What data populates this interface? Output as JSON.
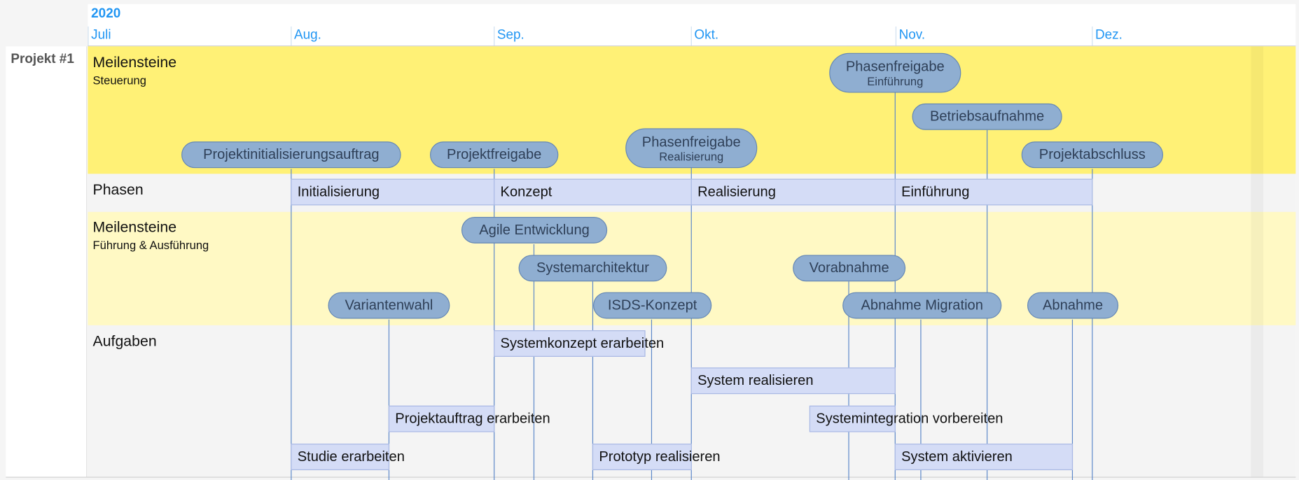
{
  "header": {
    "year": "2020",
    "months": [
      "Juli",
      "Aug.",
      "Sep.",
      "Okt.",
      "Nov.",
      "Dez."
    ]
  },
  "project": {
    "label": "Projekt #1"
  },
  "lanes": {
    "milestones_control": {
      "title": "Meilensteine",
      "subtitle": "Steuerung"
    },
    "phases": {
      "title": "Phasen"
    },
    "milestones_execution": {
      "title": "Meilensteine",
      "subtitle": "Führung & Ausführung"
    },
    "tasks": {
      "title": "Aufgaben"
    }
  },
  "milestones_control": {
    "projektinitialisierungsauftrag": "Projektinitialisierungsauftrag",
    "projektfreigabe": "Projektfreigabe",
    "phasenfreigabe_realisierung": {
      "line1": "Phasenfreigabe",
      "line2": "Realisierung"
    },
    "phasenfreigabe_einfuehrung": {
      "line1": "Phasenfreigabe",
      "line2": "Einführung"
    },
    "betriebsaufnahme": "Betriebsaufnahme",
    "projektabschluss": "Projektabschluss"
  },
  "phases": {
    "initialisierung": "Initialisierung",
    "konzept": "Konzept",
    "realisierung": "Realisierung",
    "einfuehrung": "Einführung"
  },
  "milestones_execution": {
    "agile_entwicklung": "Agile Entwicklung",
    "systemarchitektur": "Systemarchitektur",
    "vorabnahme": "Vorabnahme",
    "variantenwahl": "Variantenwahl",
    "isds_konzept": "ISDS-Konzept",
    "abnahme_migration": "Abnahme Migration",
    "abnahme": "Abnahme"
  },
  "tasks": {
    "systemkonzept_erarbeiten": "Systemkonzept erarbeiten",
    "system_realisieren": "System realisieren",
    "projektauftrag_erarbeiten": "Projektauftrag erarbeiten",
    "systemintegration_vorbereiten": "Systemintegration vorbereiten",
    "studie_erarbeiten": "Studie erarbeiten",
    "prototyp_realisieren": "Prototyp realisieren",
    "system_aktivieren": "System aktivieren"
  }
}
